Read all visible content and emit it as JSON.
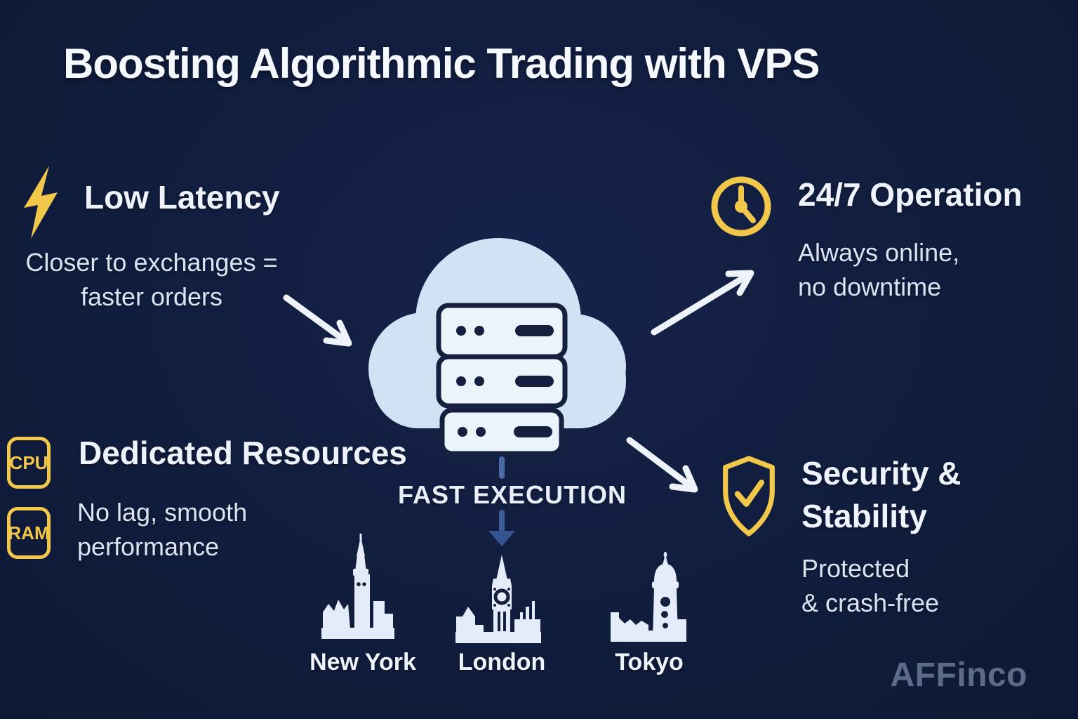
{
  "page": {
    "title": "Boosting Algorithmic Trading with VPS",
    "watermark": "AFFinco"
  },
  "colors": {
    "background": "#111d3d",
    "accent_yellow": "#f2c84b",
    "cloud_blue": "#cfe3f5",
    "server_fill": "#ecf4fb",
    "outline_navy": "#15203e",
    "heading_text": "#f5f8fc",
    "body_text": "#d9e3f2",
    "arrow_white": "#eef3fa",
    "arrow_blue": "#3a5a96",
    "skyline_blue": "#e3ecf8",
    "watermark_gray": "#5d6b8b"
  },
  "features": {
    "low_latency": {
      "icon": "lightning-bolt-icon",
      "title": "Low Latency",
      "description": "Closer to exchanges =\nfaster orders"
    },
    "operation": {
      "icon": "clock-icon",
      "title": "24/7 Operation",
      "description": "Always online,\nno downtime"
    },
    "dedicated_resources": {
      "icons": [
        "cpu-chip-icon",
        "ram-chip-icon"
      ],
      "badges": [
        "CPU",
        "RAM"
      ],
      "title": "Dedicated Resources",
      "description": "No lag, smooth\nperformance"
    },
    "security": {
      "icon": "shield-check-icon",
      "title": "Security &\nStability",
      "description": "Protected\n& crash-free"
    }
  },
  "center": {
    "icon": "cloud-server-icon",
    "caption": "FAST EXECUTION"
  },
  "cities": [
    {
      "name": "New York",
      "icon": "new-york-skyline-icon"
    },
    {
      "name": "London",
      "icon": "london-skyline-icon"
    },
    {
      "name": "Tokyo",
      "icon": "tokyo-skyline-icon"
    }
  ]
}
